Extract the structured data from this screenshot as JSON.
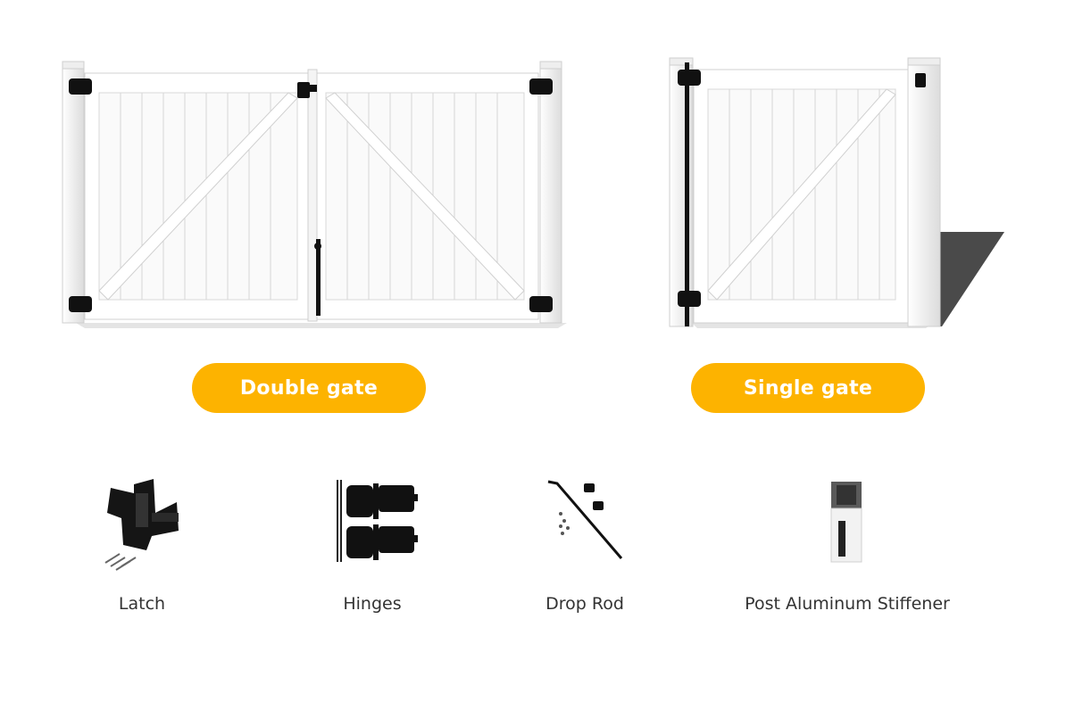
{
  "colors": {
    "accent": "#FDB300",
    "label": "#333333",
    "gate": "#ffffff",
    "hardware": "#111111"
  },
  "gates": [
    {
      "label": "Double gate",
      "image": "double-gate-illustration"
    },
    {
      "label": "Single gate",
      "image": "single-gate-illustration"
    }
  ],
  "accessories": [
    {
      "label": "Latch",
      "icon": "latch-icon"
    },
    {
      "label": "Hinges",
      "icon": "hinges-icon"
    },
    {
      "label": "Drop Rod",
      "icon": "drop-rod-icon"
    },
    {
      "label": "Post Aluminum Stiffener",
      "icon": "post-stiffener-icon"
    }
  ]
}
